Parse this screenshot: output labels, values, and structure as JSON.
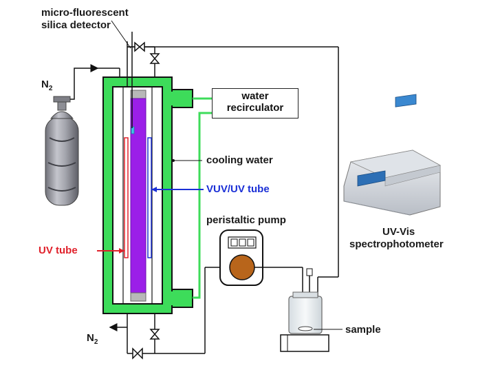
{
  "labels": {
    "detector_line1": "micro-fluorescent",
    "detector_line2": "silica detector",
    "n2_top": "N",
    "n2_top_sub": "2",
    "n2_bottom": "N",
    "n2_bottom_sub": "2",
    "water_recirculator_line1": "water",
    "water_recirculator_line2": "recirculator",
    "cooling_water": "cooling water",
    "vuv_uv_tube": "VUV/UV tube",
    "uv_tube": "UV tube",
    "peristaltic_pump": "peristaltic pump",
    "spectro_line1": "UV-Vis",
    "spectro_line2": "spectrophotometer",
    "sample": "sample"
  },
  "colors": {
    "reactor_green": "#3ddc5a",
    "reactor_outline": "#111111",
    "vuv_lamp": "#9b1fe8",
    "uv_tube_red": "#e0202a",
    "vuv_label_blue": "#1a2fd6",
    "uv_label_red": "#e0202a",
    "cylinder_grey": "#9a9ba3",
    "pump_rotor": "#b8651b"
  }
}
